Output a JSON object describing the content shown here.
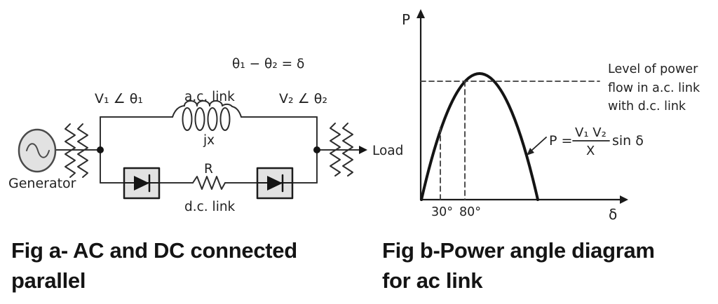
{
  "figure_a": {
    "caption_line1": "Fig a- AC and DC connected",
    "caption_line2": "parallel",
    "generator_label": "Generator",
    "v1_label": "V₁ ∠ θ₁",
    "v2_label": "V₂ ∠ θ₂",
    "angle_equation": "θ₁ − θ₂ = δ",
    "ac_link_label": "a.c. link",
    "reactance_label": "jx",
    "resistance_label": "R",
    "dc_link_label": "d.c. link",
    "load_label": "Load"
  },
  "figure_b": {
    "caption_line1": "Fig b-Power angle diagram",
    "caption_line2": "for ac link",
    "y_axis_label": "P",
    "x_axis_label": "δ",
    "tick_label_30": "30°",
    "tick_label_80": "80°",
    "level_note_line1": "Level of power",
    "level_note_line2": "flow in a.c. link",
    "level_note_line3": "with d.c. link",
    "formula_lhs": "P =",
    "formula_numerator": "V₁ V₂",
    "formula_denominator": "X",
    "formula_suffix": "sin δ"
  },
  "chart_data": {
    "type": "line",
    "title": "Power angle diagram for ac link",
    "xlabel": "δ",
    "ylabel": "P",
    "curve_equation": "P = (V1*V2/X)*sin(δ)",
    "x_range_deg": [
      0,
      180
    ],
    "x_tick_labels_deg": [
      30,
      80
    ],
    "marked_angles_deg": [
      30,
      80
    ],
    "dashed_power_level_intersects_deg": 80,
    "annotations": [
      "Level of power flow in a.c. link with d.c. link",
      "P = V1V2/X sin δ"
    ],
    "grid": false,
    "legend": "none"
  },
  "colors": {
    "background": "#ffffff",
    "wire": "#333333",
    "curve": "#141414",
    "dashed": "#3c3c3c",
    "component_fill": "#e2e2e2",
    "component_stroke": "#1c1c1c",
    "text": "#222222",
    "caption_text": "#141414"
  }
}
